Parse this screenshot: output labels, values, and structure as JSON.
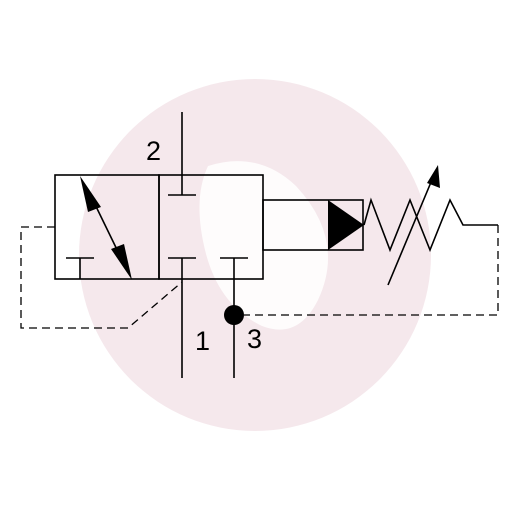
{
  "diagram": {
    "symbol": "pressure-reducing-valve",
    "ports": [
      {
        "id": "port-2",
        "label": "2"
      },
      {
        "id": "port-1",
        "label": "1"
      },
      {
        "id": "port-3",
        "label": "3"
      }
    ],
    "colors": {
      "line": "#000000",
      "watermark": "#f3e4e8",
      "watermark_inner": "#ffffff"
    }
  }
}
